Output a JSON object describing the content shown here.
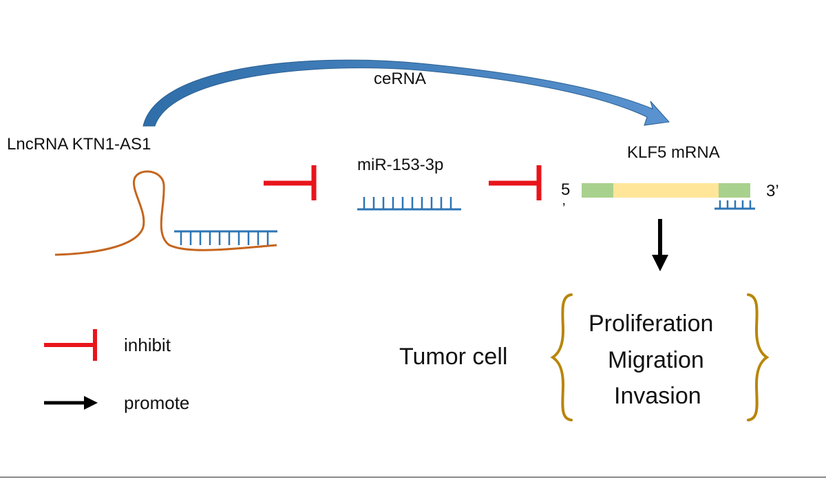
{
  "labels": {
    "cerna": "ceRNA",
    "lncrna": "LncRNA KTN1-AS1",
    "mirna": "miR-153-3p",
    "klf5": "KLF5 mRNA",
    "five_prime_num": "5",
    "five_prime_mark": "’",
    "three_prime": "3’",
    "tumor_cell": "Tumor cell",
    "outcomes": [
      "Proliferation",
      "Migration",
      "Invasion"
    ]
  },
  "legend": {
    "inhibit": "inhibit",
    "promote": "promote"
  },
  "colors": {
    "inhibit": "#e8151b",
    "promote": "#000000",
    "lncrna_strand": "#c5651e",
    "mirna": "#2e74b5",
    "cerna_arrow": "#3f7cbf",
    "utr": "#a9d18e",
    "cds": "#ffe699",
    "brace": "#b8860b"
  }
}
